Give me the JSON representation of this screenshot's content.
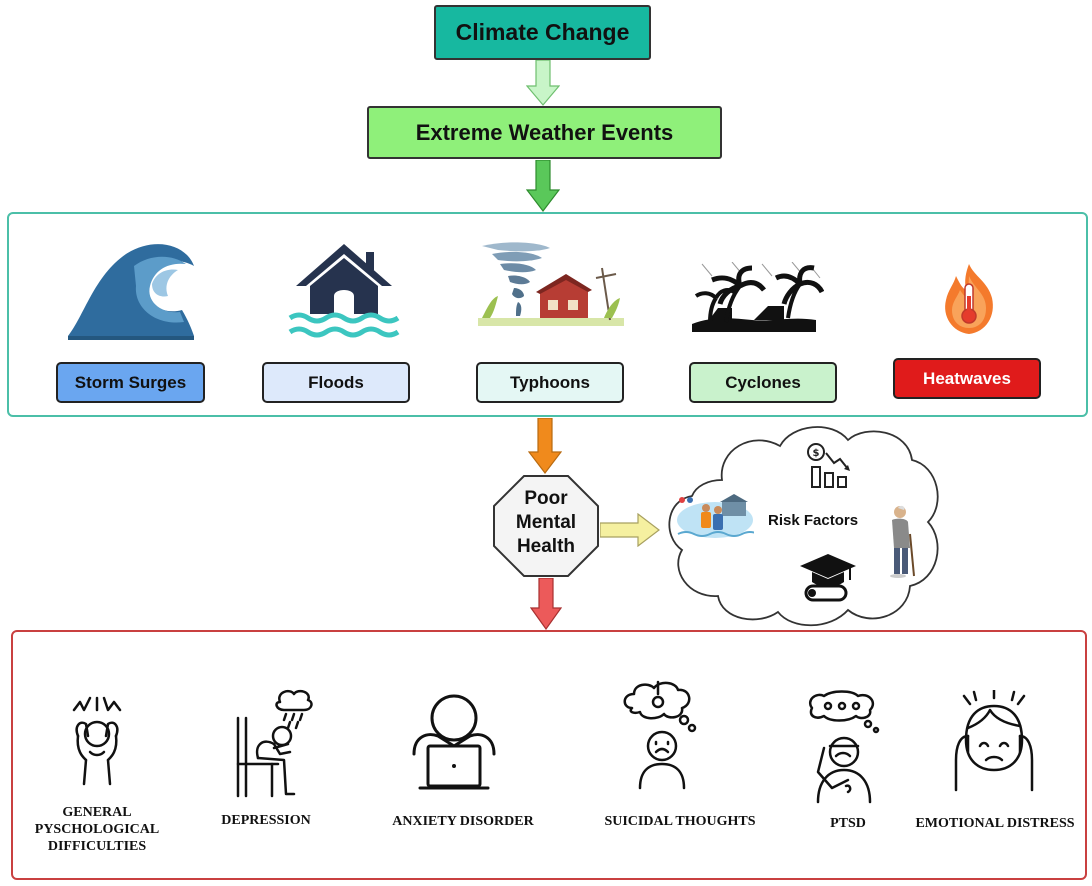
{
  "header": {
    "climate_change": "Climate Change",
    "extreme_weather": "Extreme Weather Events"
  },
  "events": [
    {
      "label": "Storm Surges",
      "icon": "wave-icon",
      "color": "#6aa6f0"
    },
    {
      "label": "Floods",
      "icon": "flooded-house-icon",
      "color": "#dde9fb"
    },
    {
      "label": "Typhoons",
      "icon": "typhoon-icon",
      "color": "#e4f7f4"
    },
    {
      "label": "Cyclones",
      "icon": "cyclone-palms-icon",
      "color": "#c9f2cc"
    },
    {
      "label": "Heatwaves",
      "icon": "thermometer-fire-icon",
      "color": "#e01b1b"
    }
  ],
  "center": {
    "poor_line1": "Poor",
    "poor_line2": "Mental",
    "poor_line3": "Health",
    "risk_factors": "Risk Factors"
  },
  "effects": [
    {
      "line1": "GENERAL",
      "line2": "PYSCHOLOGICAL",
      "line3": "DIFFICULTIES",
      "icon": "stressed-head-icon"
    },
    {
      "line1": "DEPRESSION",
      "icon": "sad-person-chair-icon"
    },
    {
      "line1": "ANXIETY DISORDER",
      "icon": "person-laptop-icon"
    },
    {
      "line1": "SUICIDAL THOUGHTS",
      "icon": "noose-thought-icon"
    },
    {
      "line1": "PTSD",
      "icon": "injured-person-icon"
    },
    {
      "line1": "EMOTIONAL DISTRESS",
      "icon": "distressed-face-icon"
    }
  ],
  "colors": {
    "climate_box": "#17b8a0",
    "weather_box": "#8ff07a",
    "events_border": "#4bbfa8",
    "effects_border": "#c94040",
    "arrow_light_green": "#c8f5c8",
    "arrow_green": "#5ac85a",
    "arrow_orange": "#f08a1c",
    "arrow_yellow": "#f5f0a0",
    "arrow_red": "#ec5a5a"
  }
}
